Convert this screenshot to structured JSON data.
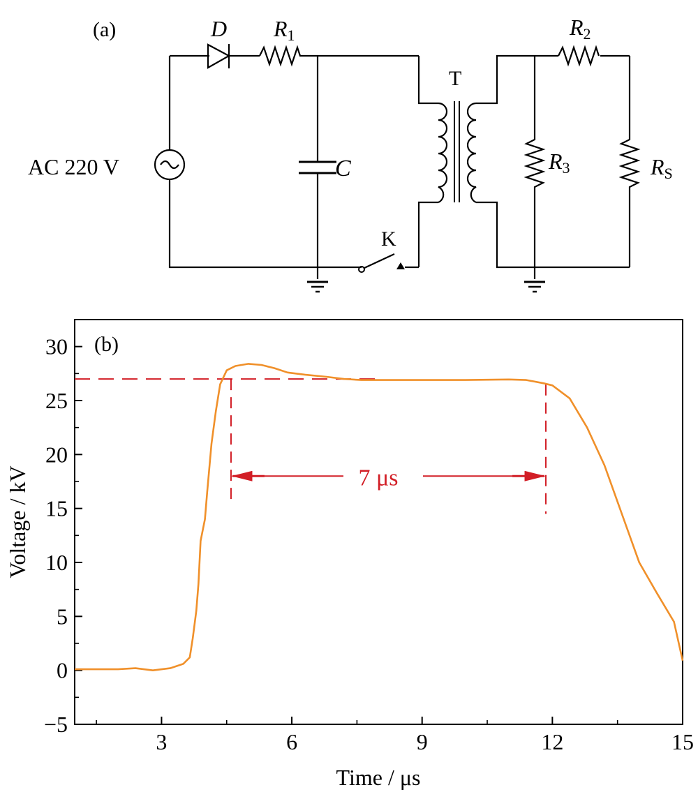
{
  "circuit": {
    "panel_label": "(a)",
    "source_label": "AC 220 V",
    "diode_label": "D",
    "r1": {
      "main": "R",
      "sub": "1"
    },
    "r2": {
      "main": "R",
      "sub": "2"
    },
    "r3": {
      "main": "R",
      "sub": "3"
    },
    "rs": {
      "main": "R",
      "sub": "S"
    },
    "capacitor_label": "C",
    "transformer_label": "T",
    "switch_label": "K"
  },
  "chart_data": {
    "type": "line",
    "panel_label": "(b)",
    "xlabel": "Time / μs",
    "ylabel": "Voltage / kV",
    "xlim": [
      1,
      15
    ],
    "ylim": [
      -5,
      32.5
    ],
    "xticks": [
      3,
      6,
      9,
      12,
      15
    ],
    "yticks": [
      -5,
      0,
      5,
      10,
      15,
      20,
      25,
      30
    ],
    "x_tick_labels": [
      "3",
      "6",
      "9",
      "12",
      "15"
    ],
    "y_tick_labels": [
      "−5",
      "0",
      "5",
      "10",
      "15",
      "20",
      "25",
      "30"
    ],
    "grid": false,
    "series": [
      {
        "color": "#f0902a",
        "x": [
          1.0,
          1.5,
          2.0,
          2.4,
          2.8,
          3.2,
          3.5,
          3.65,
          3.72,
          3.8,
          3.85,
          3.9,
          4.0,
          4.05,
          4.15,
          4.25,
          4.35,
          4.5,
          4.7,
          5.0,
          5.3,
          5.6,
          5.9,
          6.3,
          6.8,
          7.2,
          7.6,
          8.2,
          9.0,
          10.0,
          11.0,
          11.4,
          11.8,
          12.0,
          12.4,
          12.8,
          13.2,
          13.6,
          14.0,
          14.4,
          14.8,
          15.0
        ],
        "y": [
          0.1,
          0.1,
          0.1,
          0.2,
          0.0,
          0.2,
          0.6,
          1.2,
          3.0,
          5.5,
          8.0,
          12.0,
          14.0,
          16.5,
          21.0,
          24.0,
          26.5,
          27.8,
          28.2,
          28.4,
          28.3,
          28.0,
          27.6,
          27.4,
          27.2,
          27.0,
          26.9,
          26.9,
          26.9,
          26.9,
          26.95,
          26.9,
          26.6,
          26.4,
          25.2,
          22.5,
          19.0,
          14.5,
          10.0,
          7.2,
          4.5,
          0.9
        ]
      }
    ],
    "annotations": {
      "reference_level": 27,
      "pulse_start": 4.6,
      "pulse_end": 11.85,
      "width_label": "7 μs",
      "color": "#d21e26"
    }
  }
}
